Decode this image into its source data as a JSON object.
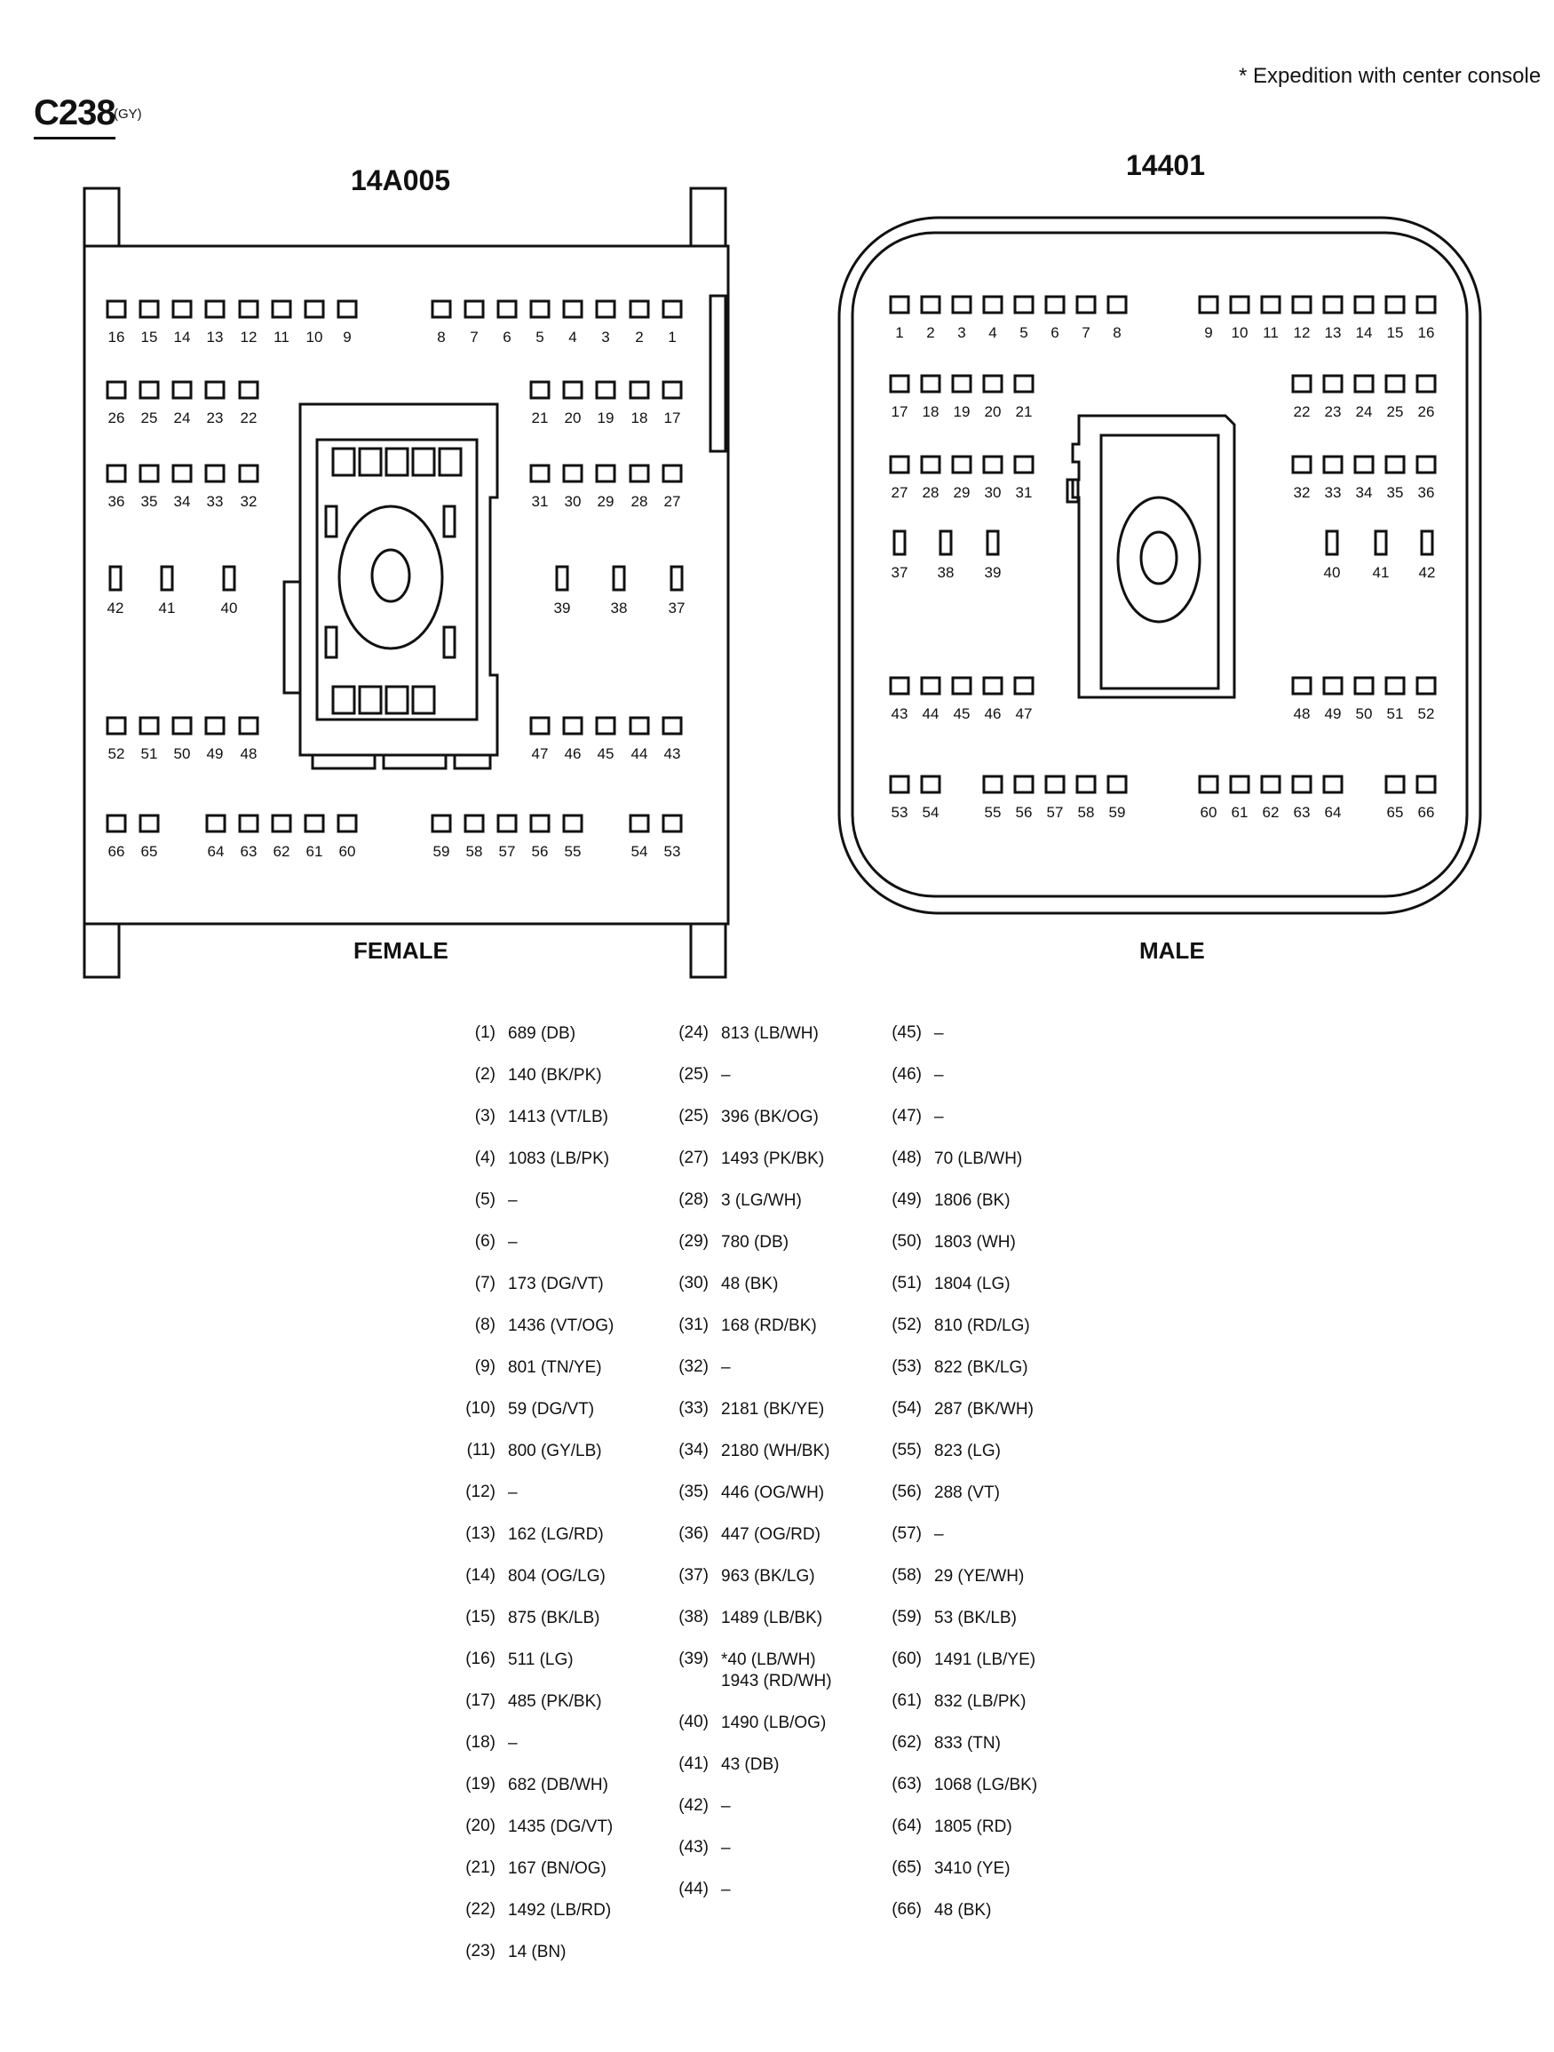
{
  "header": {
    "connector_code": "C238",
    "connector_color": "(GY)",
    "note": "*   Expedition with center console"
  },
  "left_connector": {
    "part_number": "14A005",
    "gender": "FEMALE",
    "pin_rows": [
      [
        "16",
        "15",
        "14",
        "13",
        "12",
        "11",
        "10",
        "9",
        "8",
        "7",
        "6",
        "5",
        "4",
        "3",
        "2",
        "1"
      ],
      [
        "26",
        "25",
        "24",
        "23",
        "22",
        "21",
        "20",
        "19",
        "18",
        "17"
      ],
      [
        "36",
        "35",
        "34",
        "33",
        "32",
        "31",
        "30",
        "29",
        "28",
        "27"
      ],
      [
        "42",
        "41",
        "40",
        "39",
        "38",
        "37"
      ],
      [
        "52",
        "51",
        "50",
        "49",
        "48",
        "47",
        "46",
        "45",
        "44",
        "43"
      ],
      [
        "66",
        "65",
        "64",
        "63",
        "62",
        "61",
        "60",
        "59",
        "58",
        "57",
        "56",
        "55",
        "54",
        "53"
      ]
    ]
  },
  "right_connector": {
    "part_number": "14401",
    "gender": "MALE",
    "pin_rows": [
      [
        "1",
        "2",
        "3",
        "4",
        "5",
        "6",
        "7",
        "8",
        "9",
        "10",
        "11",
        "12",
        "13",
        "14",
        "15",
        "16"
      ],
      [
        "17",
        "18",
        "19",
        "20",
        "21",
        "22",
        "23",
        "24",
        "25",
        "26"
      ],
      [
        "27",
        "28",
        "29",
        "30",
        "31",
        "32",
        "33",
        "34",
        "35",
        "36"
      ],
      [
        "37",
        "38",
        "39",
        "40",
        "41",
        "42"
      ],
      [
        "43",
        "44",
        "45",
        "46",
        "47",
        "48",
        "49",
        "50",
        "51",
        "52"
      ],
      [
        "53",
        "54",
        "55",
        "56",
        "57",
        "58",
        "59",
        "60",
        "61",
        "62",
        "63",
        "64",
        "65",
        "66"
      ]
    ]
  },
  "legend": {
    "columns": [
      [
        {
          "pin": "(1)",
          "wire": [
            "689 (DB)"
          ]
        },
        {
          "pin": "(2)",
          "wire": [
            "140 (BK/PK)"
          ]
        },
        {
          "pin": "(3)",
          "wire": [
            "1413 (VT/LB)"
          ]
        },
        {
          "pin": "(4)",
          "wire": [
            "1083 (LB/PK)"
          ]
        },
        {
          "pin": "(5)",
          "wire": [
            "–"
          ]
        },
        {
          "pin": "(6)",
          "wire": [
            "–"
          ]
        },
        {
          "pin": "(7)",
          "wire": [
            "173 (DG/VT)"
          ]
        },
        {
          "pin": "(8)",
          "wire": [
            "1436 (VT/OG)"
          ]
        },
        {
          "pin": "(9)",
          "wire": [
            "801 (TN/YE)"
          ]
        },
        {
          "pin": "(10)",
          "wire": [
            "59 (DG/VT)"
          ]
        },
        {
          "pin": "(11)",
          "wire": [
            "800 (GY/LB)"
          ]
        },
        {
          "pin": "(12)",
          "wire": [
            "–"
          ]
        },
        {
          "pin": "(13)",
          "wire": [
            "162 (LG/RD)"
          ]
        },
        {
          "pin": "(14)",
          "wire": [
            "804 (OG/LG)"
          ]
        },
        {
          "pin": "(15)",
          "wire": [
            "875 (BK/LB)"
          ]
        },
        {
          "pin": "(16)",
          "wire": [
            "511 (LG)"
          ]
        },
        {
          "pin": "(17)",
          "wire": [
            "485 (PK/BK)"
          ]
        },
        {
          "pin": "(18)",
          "wire": [
            "–"
          ]
        },
        {
          "pin": "(19)",
          "wire": [
            "682 (DB/WH)"
          ]
        },
        {
          "pin": "(20)",
          "wire": [
            "1435 (DG/VT)"
          ]
        },
        {
          "pin": "(21)",
          "wire": [
            "167 (BN/OG)"
          ]
        },
        {
          "pin": "(22)",
          "wire": [
            "1492 (LB/RD)"
          ]
        },
        {
          "pin": "(23)",
          "wire": [
            "14 (BN)"
          ]
        }
      ],
      [
        {
          "pin": "(24)",
          "wire": [
            "813 (LB/WH)"
          ]
        },
        {
          "pin": "(25)",
          "wire": [
            "–"
          ]
        },
        {
          "pin": "(25)",
          "wire": [
            "396 (BK/OG)"
          ]
        },
        {
          "pin": "(27)",
          "wire": [
            "1493 (PK/BK)"
          ]
        },
        {
          "pin": "(28)",
          "wire": [
            "3 (LG/WH)"
          ]
        },
        {
          "pin": "(29)",
          "wire": [
            "780 (DB)"
          ]
        },
        {
          "pin": "(30)",
          "wire": [
            "48 (BK)"
          ]
        },
        {
          "pin": "(31)",
          "wire": [
            "168 (RD/BK)"
          ]
        },
        {
          "pin": "(32)",
          "wire": [
            "–"
          ]
        },
        {
          "pin": "(33)",
          "wire": [
            "2181 (BK/YE)"
          ]
        },
        {
          "pin": "(34)",
          "wire": [
            "2180 (WH/BK)"
          ]
        },
        {
          "pin": "(35)",
          "wire": [
            "446 (OG/WH)"
          ]
        },
        {
          "pin": "(36)",
          "wire": [
            "447 (OG/RD)"
          ]
        },
        {
          "pin": "(37)",
          "wire": [
            "963 (BK/LG)"
          ]
        },
        {
          "pin": "(38)",
          "wire": [
            "1489 (LB/BK)"
          ]
        },
        {
          "pin": "(39)",
          "wire": [
            "*40 (LB/WH)",
            "1943 (RD/WH)"
          ]
        },
        {
          "pin": "(40)",
          "wire": [
            "1490 (LB/OG)"
          ]
        },
        {
          "pin": "(41)",
          "wire": [
            "43 (DB)"
          ]
        },
        {
          "pin": "(42)",
          "wire": [
            "–"
          ]
        },
        {
          "pin": "(43)",
          "wire": [
            "–"
          ]
        },
        {
          "pin": "(44)",
          "wire": [
            "–"
          ]
        }
      ],
      [
        {
          "pin": "(45)",
          "wire": [
            "–"
          ]
        },
        {
          "pin": "(46)",
          "wire": [
            "–"
          ]
        },
        {
          "pin": "(47)",
          "wire": [
            "–"
          ]
        },
        {
          "pin": "(48)",
          "wire": [
            "70 (LB/WH)"
          ]
        },
        {
          "pin": "(49)",
          "wire": [
            "1806 (BK)"
          ]
        },
        {
          "pin": "(50)",
          "wire": [
            "1803 (WH)"
          ]
        },
        {
          "pin": "(51)",
          "wire": [
            "1804 (LG)"
          ]
        },
        {
          "pin": "(52)",
          "wire": [
            "810 (RD/LG)"
          ]
        },
        {
          "pin": "(53)",
          "wire": [
            "822 (BK/LG)"
          ]
        },
        {
          "pin": "(54)",
          "wire": [
            "287 (BK/WH)"
          ]
        },
        {
          "pin": "(55)",
          "wire": [
            "823 (LG)"
          ]
        },
        {
          "pin": "(56)",
          "wire": [
            "288 (VT)"
          ]
        },
        {
          "pin": "(57)",
          "wire": [
            "–"
          ]
        },
        {
          "pin": "(58)",
          "wire": [
            "29 (YE/WH)"
          ]
        },
        {
          "pin": "(59)",
          "wire": [
            "53 (BK/LB)"
          ]
        },
        {
          "pin": "(60)",
          "wire": [
            "1491 (LB/YE)"
          ]
        },
        {
          "pin": "(61)",
          "wire": [
            "832 (LB/PK)"
          ]
        },
        {
          "pin": "(62)",
          "wire": [
            "833 (TN)"
          ]
        },
        {
          "pin": "(63)",
          "wire": [
            "1068 (LG/BK)"
          ]
        },
        {
          "pin": "(64)",
          "wire": [
            "1805 (RD)"
          ]
        },
        {
          "pin": "(65)",
          "wire": [
            "3410 (YE)"
          ]
        },
        {
          "pin": "(66)",
          "wire": [
            "48 (BK)"
          ]
        }
      ]
    ]
  }
}
